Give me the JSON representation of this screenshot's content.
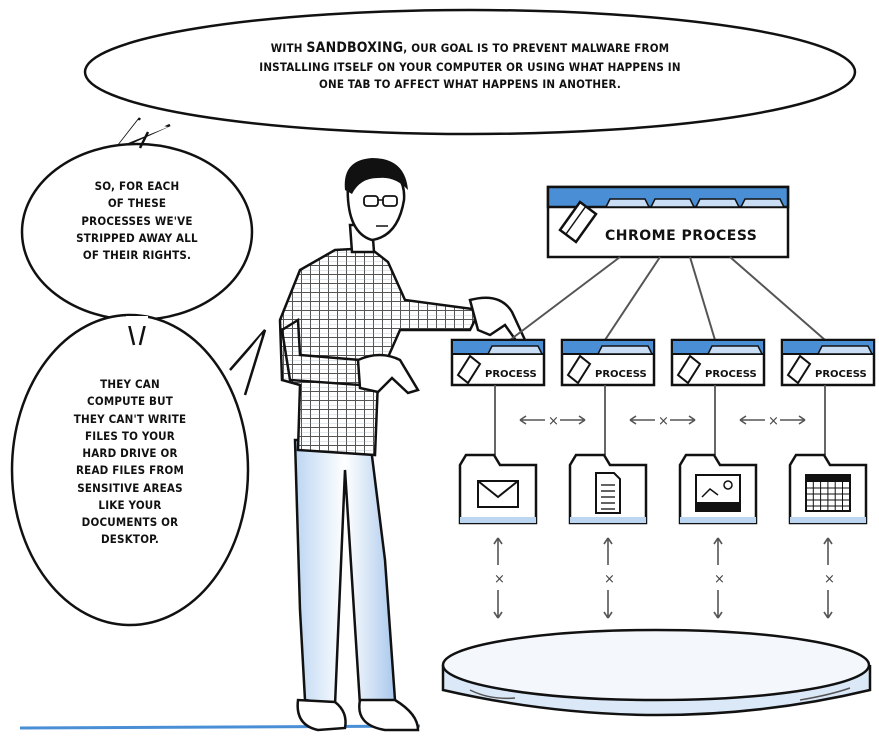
{
  "bubbles": {
    "top": {
      "line1_pre": "WITH ",
      "line1_em": "SANDBOXING",
      "line1_post": ", OUR GOAL IS TO PREVENT MALWARE FROM",
      "line2": "INSTALLING ITSELF ON YOUR COMPUTER OR USING WHAT HAPPENS IN",
      "line3": "ONE TAB TO AFFECT WHAT HAPPENS IN ANOTHER."
    },
    "middle": {
      "lines": [
        "SO, FOR EACH",
        "OF THESE",
        "PROCESSES WE'VE",
        "STRIPPED AWAY ALL",
        "OF THEIR RIGHTS."
      ]
    },
    "bottom": {
      "lines": [
        "THEY CAN",
        "COMPUTE BUT",
        "THEY CAN'T WRITE",
        "FILES TO YOUR",
        "HARD DRIVE OR",
        "READ FILES FROM",
        "SENSITIVE AREAS",
        "LIKE YOUR",
        "DOCUMENTS OR",
        "DESKTOP."
      ]
    }
  },
  "diagram": {
    "main_process_label": "CHROME PROCESS",
    "process_label": "PROCESS",
    "process_count": 4,
    "blocked_symbol": "×",
    "folder_icons": [
      "envelope-icon",
      "document-icon",
      "image-icon",
      "calendar-icon"
    ],
    "accent_color": "#4a8fd6",
    "tab_color": "#c9def4"
  }
}
